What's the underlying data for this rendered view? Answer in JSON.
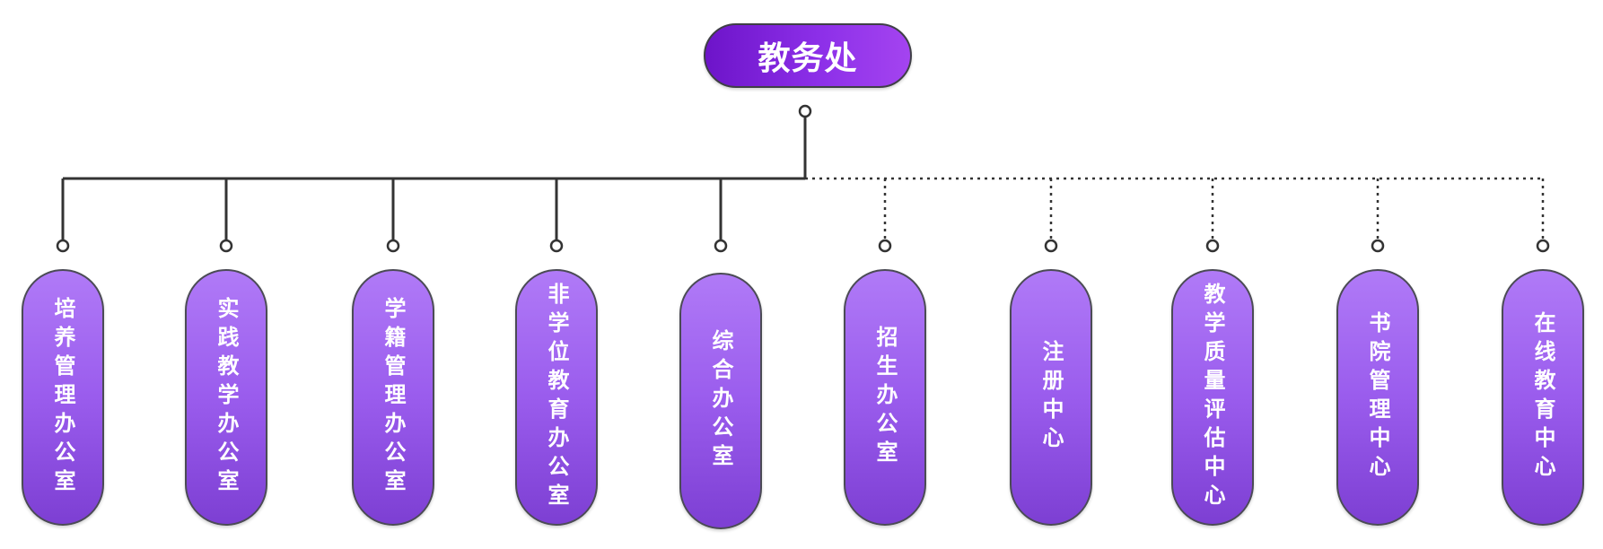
{
  "root": {
    "label": "教务处"
  },
  "children": [
    {
      "label": "培养管理办公室",
      "link": "solid"
    },
    {
      "label": "实践教学办公室",
      "link": "solid"
    },
    {
      "label": "学籍管理办公室",
      "link": "solid"
    },
    {
      "label": "非学位教育办公室",
      "link": "solid"
    },
    {
      "label": "综合办公室",
      "link": "solid"
    },
    {
      "label": "招生办公室",
      "link": "dotted"
    },
    {
      "label": "注册中心",
      "link": "dotted"
    },
    {
      "label": "教学质量评估中心",
      "link": "dotted"
    },
    {
      "label": "书院管理中心",
      "link": "dotted"
    },
    {
      "label": "在线教育中心",
      "link": "dotted"
    }
  ],
  "colors": {
    "root_gradient_start": "#6d14c9",
    "root_gradient_end": "#a444f0",
    "child_gradient_top": "#b07af7",
    "child_gradient_bottom": "#7d3fd3",
    "connector": "#333333",
    "text": "#ffffff"
  }
}
